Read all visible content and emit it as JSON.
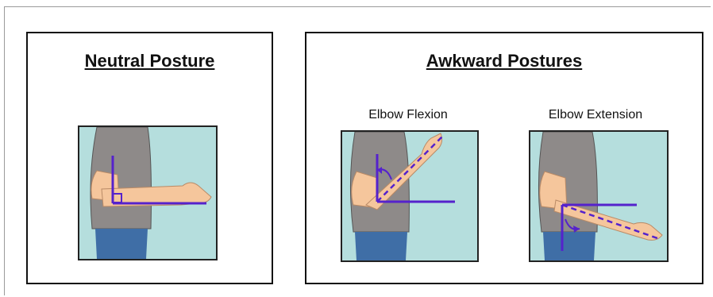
{
  "neutral": {
    "title": "Neutral Posture"
  },
  "awkward": {
    "title": "Awkward Postures",
    "flexion_label": "Elbow Flexion",
    "extension_label": "Elbow Extension"
  },
  "colors": {
    "background_box": "#b5dedd",
    "shirt": "#8e8a89",
    "skin": "#f5c69c",
    "jeans": "#3f6ea6",
    "angle_line": "#5522cc"
  }
}
